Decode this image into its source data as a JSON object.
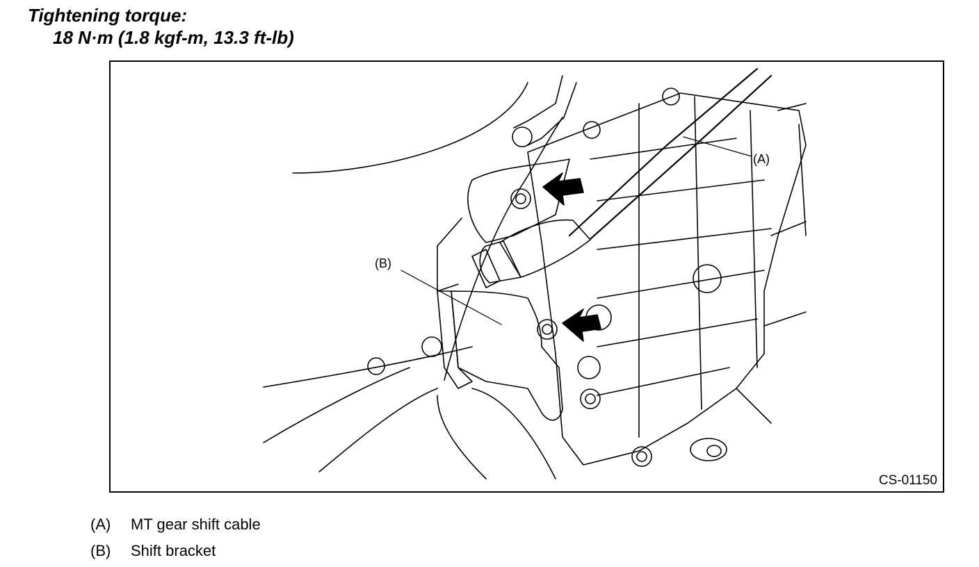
{
  "heading": {
    "title": "Tightening torque:",
    "value": "18 N·m (1.8 kgf-m, 13.3 ft-lb)"
  },
  "figure": {
    "code": "CS-01150",
    "callouts": {
      "a": "(A)",
      "b": "(B)"
    }
  },
  "legend": [
    {
      "key": "(A)",
      "label": "MT gear shift cable"
    },
    {
      "key": "(B)",
      "label": "Shift bracket"
    }
  ],
  "icons": [
    "bolt-icon",
    "arrow-icon"
  ],
  "colors": {
    "ink": "#000000",
    "paper": "#ffffff"
  }
}
